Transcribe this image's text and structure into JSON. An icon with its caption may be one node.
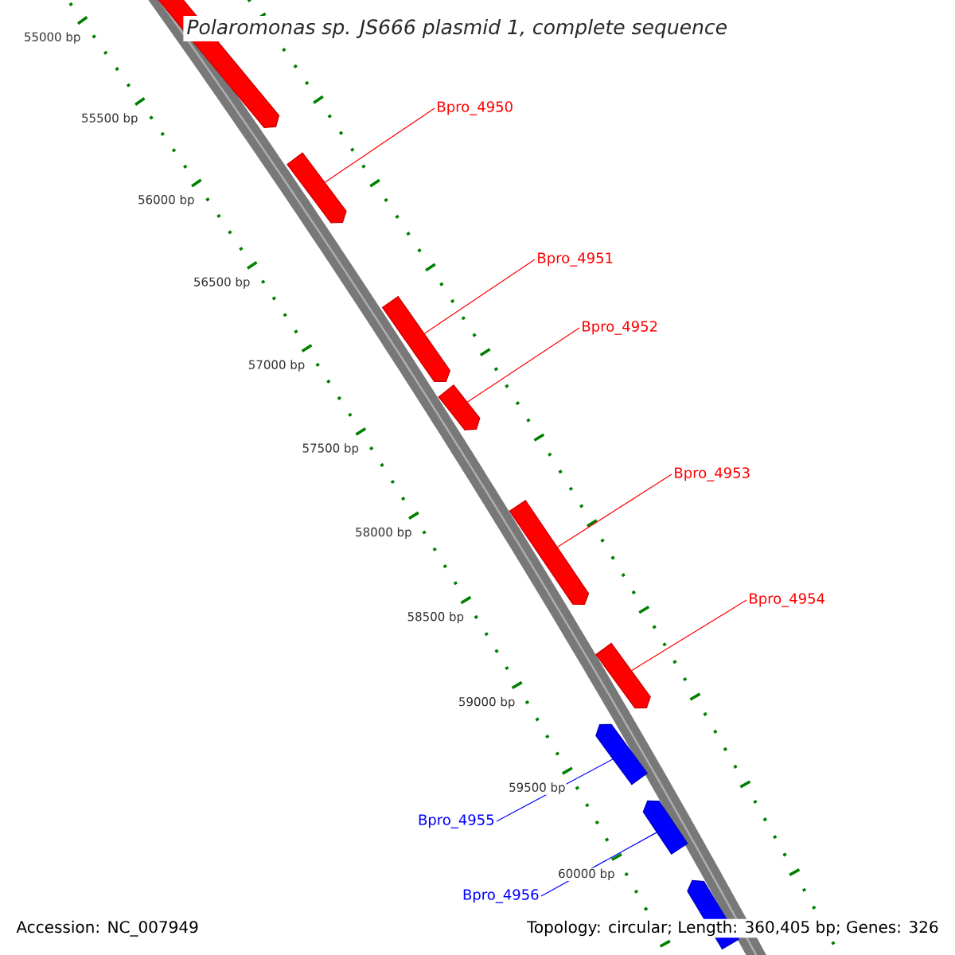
{
  "diagram": {
    "title": "Polaromonas sp. JS666 plasmid 1, complete sequence",
    "nodes": [
      {
        "text": [],
        "shape": "arrow"
      },
      {
        "text": [],
        "shape": "arrow"
      },
      {
        "text": [],
        "shape": "arrow"
      },
      {
        "text": [],
        "shape": "arrow"
      },
      {
        "text": [],
        "shape": "arrow"
      },
      {
        "text": [],
        "shape": "arrow"
      },
      {
        "text": [],
        "shape": "arrow"
      },
      {
        "text": [],
        "shape": "arrow"
      },
      {
        "text": [],
        "shape": "arrow"
      },
      {
        "text": [
          "Bpro_4950"
        ]
      },
      {
        "text": [
          "Bpro_4951"
        ]
      },
      {
        "text": [
          "Bpro_4952"
        ]
      },
      {
        "text": [
          "Bpro_4953"
        ]
      },
      {
        "text": [
          "Bpro_4954"
        ]
      },
      {
        "text": [
          "Bpro_4955"
        ]
      },
      {
        "text": [
          "Bpro_4956"
        ]
      }
    ],
    "edges": [
      {
        "from": 9,
        "to": 1,
        "arrow": "none"
      },
      {
        "from": 10,
        "to": 2,
        "arrow": "none"
      },
      {
        "from": 11,
        "to": 3,
        "arrow": "none"
      },
      {
        "from": 12,
        "to": 4,
        "arrow": "none"
      },
      {
        "from": 13,
        "to": 5,
        "arrow": "none"
      },
      {
        "from": 14,
        "to": 6,
        "arrow": "none",
        "color": "#0000ff"
      },
      {
        "from": 15,
        "to": 7,
        "arrow": "none",
        "color": "#0000ff"
      }
    ],
    "labels": [
      "55000 bp",
      "55500 bp",
      "56000 bp",
      "56500 bp",
      "57000 bp",
      "57500 bp",
      "58000 bp",
      "58500 bp",
      "59000 bp",
      "59500 bp",
      "60000 bp",
      "Accession: NC_007949",
      "Topology: circular; Length: 360,405 bp; Genes: 326"
    ]
  }
}
